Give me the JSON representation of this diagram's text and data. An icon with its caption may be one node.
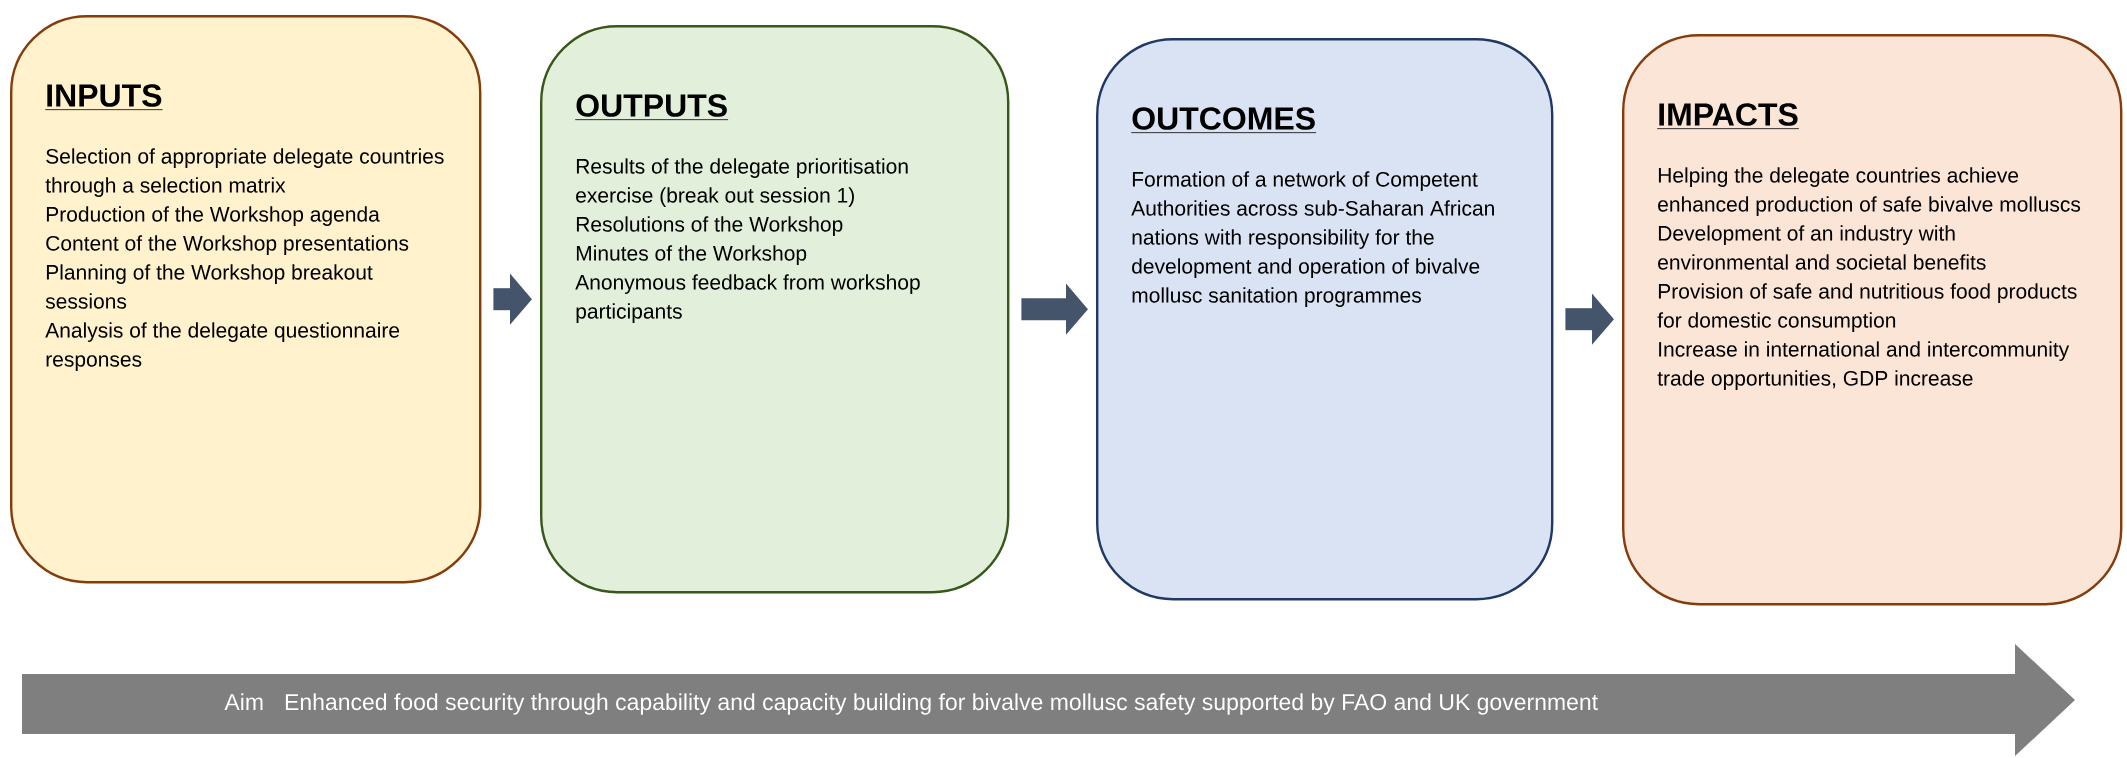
{
  "diagram": {
    "nodes": [
      {
        "text": [
          "INPUTS",
          "Selection of appropriate delegate countries through a selection matrix",
          "Production of the Workshop agenda",
          "Content of the Workshop presentations",
          "Planning of the Workshop breakout sessions",
          "Analysis of the delegate questionnaire responses"
        ]
      },
      {
        "text": [
          "OUTPUTS",
          "Results of the delegate prioritisation exercise (break out session 1)",
          "Resolutions of the Workshop",
          "Minutes of the Workshop",
          "Anonymous feedback from workshop participants"
        ]
      },
      {
        "text": [
          "OUTCOMES",
          "Formation of a network of Competent Authorities across sub-Saharan African nations with responsibility for the development and operation of bivalve mollusc sanitation programmes"
        ]
      },
      {
        "text": [
          "IMPACTS",
          "Helping the delegate countries achieve enhanced production of safe bivalve molluscs",
          "Development of an industry with environmental and societal benefits",
          "Provision of safe and nutritious food products for domestic consumption",
          "Increase in international and intercommunity trade opportunities, GDP increase"
        ]
      },
      {
        "text": [
          "Aim",
          "Enhanced food security through capability and capacity building for bivalve mollusc safety supported by FAO and UK government"
        ]
      }
    ],
    "edges": [
      {
        "from": 0,
        "to": 1,
        "arrow": "to"
      },
      {
        "from": 1,
        "to": 2,
        "arrow": "to"
      },
      {
        "from": 2,
        "to": 3,
        "arrow": "to"
      }
    ]
  }
}
